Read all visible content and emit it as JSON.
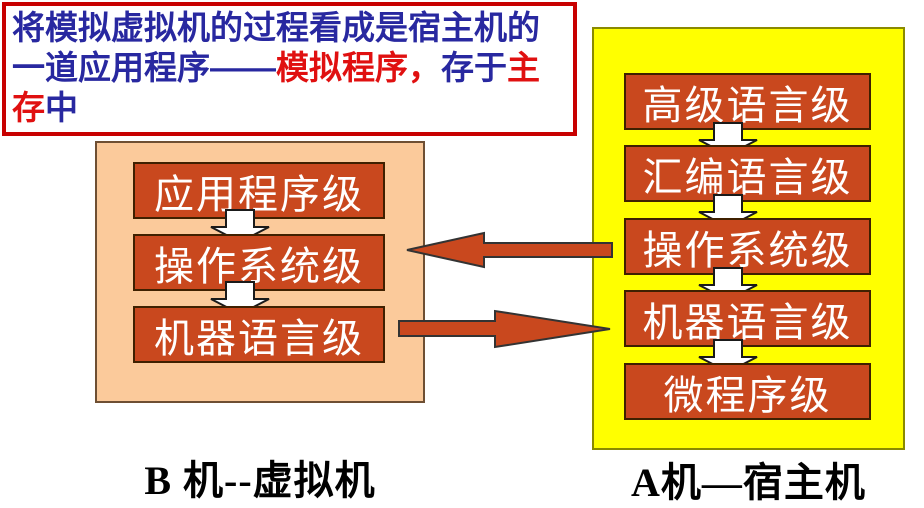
{
  "note_box": {
    "lines": [
      [
        {
          "text": "将模拟虚拟机的过程看成是宿主机的",
          "color": "#2828A0"
        }
      ],
      [
        {
          "text": "一道应用程序——",
          "color": "#2828A0"
        },
        {
          "text": "模拟程序，",
          "color": "#E01010"
        },
        {
          "text": "存于",
          "color": "#2828A0"
        },
        {
          "text": "主",
          "color": "#E01010"
        }
      ],
      [
        {
          "text": "存",
          "color": "#E01010"
        },
        {
          "text": "中",
          "color": "#2828A0"
        }
      ]
    ]
  },
  "machine_b": {
    "caption": "B 机--虚拟机",
    "levels": [
      {
        "label": "应用程序级"
      },
      {
        "label": "操作系统级"
      },
      {
        "label": "机器语言级"
      }
    ]
  },
  "machine_a": {
    "caption": "A机—宿主机",
    "levels": [
      {
        "label": "高级语言级"
      },
      {
        "label": "汇编语言级"
      },
      {
        "label": "操作系统级"
      },
      {
        "label": "机器语言级"
      },
      {
        "label": "微程序级"
      }
    ]
  },
  "flow_arrows": {
    "host_to_virtual": {
      "direction": "left"
    },
    "virtual_to_host": {
      "direction": "right"
    }
  },
  "colors": {
    "level_box": "#C9481E",
    "level_box_border": "#3F2000",
    "level_text": "#FFFFFF",
    "arrow_fill": "#C9481E",
    "arrow_outline": "#333333",
    "note_border": "#C80000",
    "note_bg": "#FFFFFF",
    "virtual_bg": "#FBCA9B",
    "virtual_border": "#6E4F33",
    "host_bg": "#FFFF00",
    "host_border": "#8A8A00",
    "caption_color": "#000000"
  }
}
